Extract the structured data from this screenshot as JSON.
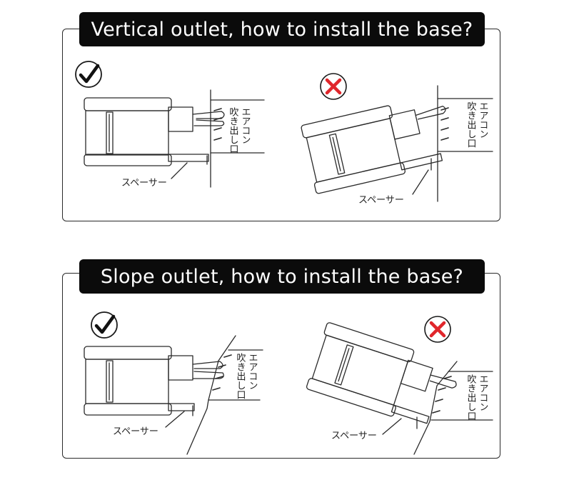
{
  "sections": [
    {
      "title": "Vertical outlet, how to install the base?",
      "correct": {
        "spacer_label": "スペーサー",
        "vent_label_col1": "エアコン",
        "vent_label_col2": "吹き出し口"
      },
      "wrong": {
        "spacer_label": "スペーサー",
        "vent_label_col1": "エアコン",
        "vent_label_col2": "吹き出し口"
      }
    },
    {
      "title": "Slope outlet, how to install the base?",
      "correct": {
        "spacer_label": "スペーサー",
        "vent_label_col1": "エアコン",
        "vent_label_col2": "吹き出し口"
      },
      "wrong": {
        "spacer_label": "スペーサー",
        "vent_label_col1": "エアコン",
        "vent_label_col2": "吹き出し口"
      }
    }
  ],
  "icons": {
    "correct": "check-circle-icon",
    "wrong": "cross-circle-icon"
  },
  "colors": {
    "banner_bg": "#0b0b0b",
    "banner_text": "#ffffff",
    "wrong_red": "#e0262b",
    "line": "#2a2a2a"
  }
}
